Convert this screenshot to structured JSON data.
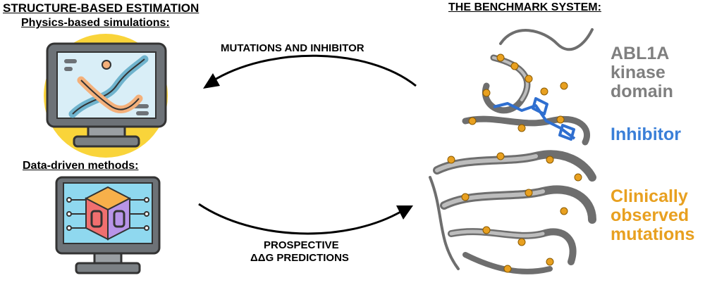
{
  "left": {
    "title": "STRUCTURE-BASED ESTIMATION",
    "physics_label": "Physics-based simulations:",
    "data_label": "Data-driven methods:"
  },
  "arrows": {
    "top_label": "MUTATIONS AND INHIBITOR",
    "bottom_label_line1": "PROSPECTIVE",
    "bottom_label_line2": "ΔΔG PREDICTIONS"
  },
  "right": {
    "title": "THE BENCHMARK SYSTEM:",
    "protein_label": [
      "ABL1A",
      "kinase",
      "domain"
    ],
    "inhibitor_label": "Inhibitor",
    "mutations_label": [
      "Clinically",
      "observed",
      "mutations"
    ]
  },
  "colors": {
    "protein": "#7f7f7f",
    "inhibitor": "#3a7fd8",
    "mutations": "#e8a020",
    "monitor_circle": "#f9d43a",
    "screen_top": "#d9eef7",
    "screen_bottom": "#8fd8ef"
  },
  "icons": {
    "top_monitor": "monitor-with-dna-helix",
    "bottom_monitor": "monitor-with-processor-chip"
  }
}
